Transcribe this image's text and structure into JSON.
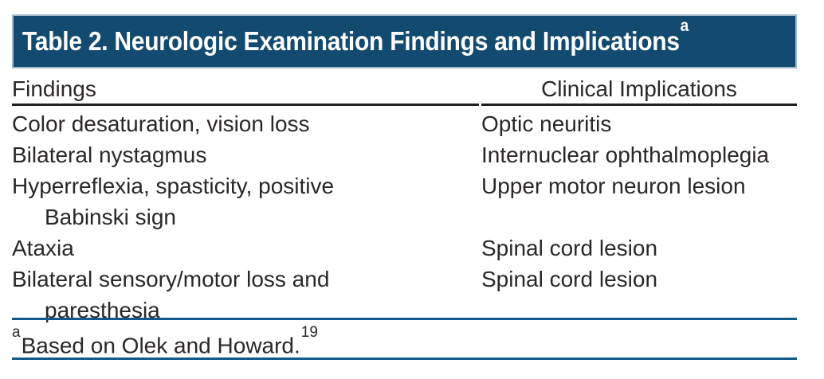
{
  "colors": {
    "page_bg": "#ffffff",
    "title_bar_bg": "#134a70",
    "title_bar_border": "#a2bace",
    "title_text": "#ffffff",
    "body_text": "#2b2728",
    "header_rule": "#231f20",
    "blue_rule": "#11598a"
  },
  "table": {
    "title": "Table 2. Neurologic Examination Findings and Implications",
    "title_superscript": "a",
    "columns": [
      "Findings",
      "Clinical Implications"
    ],
    "rows": [
      {
        "finding": [
          "Color desaturation, vision loss"
        ],
        "implication": "Optic neuritis"
      },
      {
        "finding": [
          "Bilateral nystagmus"
        ],
        "implication": "Internuclear ophthalmoplegia"
      },
      {
        "finding": [
          "Hyperreflexia, spasticity, positive",
          "Babinski sign"
        ],
        "implication": "Upper motor neuron lesion"
      },
      {
        "finding": [
          "Ataxia"
        ],
        "implication": "Spinal cord lesion"
      },
      {
        "finding": [
          "Bilateral sensory/motor loss and",
          "paresthesia"
        ],
        "implication": "Spinal cord lesion"
      }
    ],
    "footnote": {
      "marker": "a",
      "text": "Based on Olek and Howard.",
      "reference": "19"
    }
  }
}
